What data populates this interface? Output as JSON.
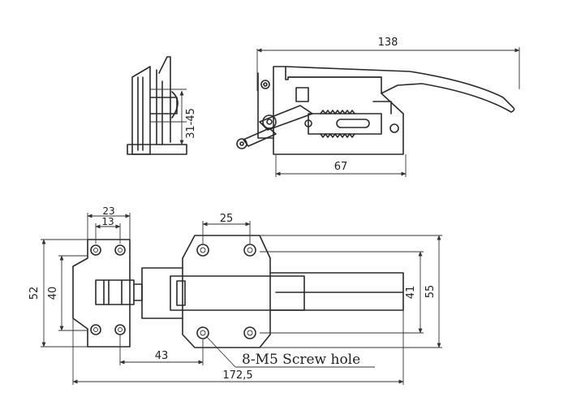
{
  "side_view": {
    "dim_height": "31-45"
  },
  "top_view": {
    "dim_length": "138",
    "dim_base": "67"
  },
  "front_view": {
    "dim_plate_width": "23",
    "dim_hole_spacing_small": "13",
    "dim_hole_spacing_large": "25",
    "dim_plate_height": "52",
    "dim_plate_inner": "40",
    "dim_inner_height": "41",
    "dim_outer_height": "55",
    "dim_offset": "43",
    "dim_total_length": "172,5",
    "callout_label": "8-M5 Screw hole"
  }
}
